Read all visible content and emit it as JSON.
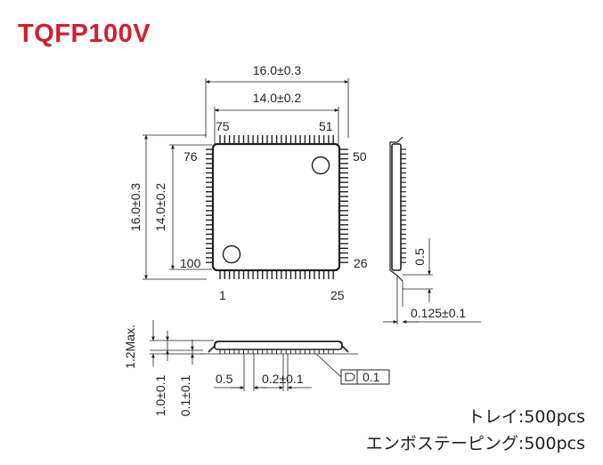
{
  "title": "TQFP100V",
  "dimensions": {
    "overall_width": "16.0±0.3",
    "body_width": "14.0±0.2",
    "overall_height": "16.0±0.3",
    "body_height": "14.0±0.2",
    "lead_length": "0.5",
    "lead_thickness": "0.125±0.1",
    "max_height": "1.2Max.",
    "body_thickness": "1.0±0.1",
    "standoff": "0.1±0.1",
    "pitch": "0.5",
    "lead_width": "0.2±0.1",
    "coplanarity": "0.1"
  },
  "pins": {
    "p1": "1",
    "p25": "25",
    "p26": "26",
    "p50": "50",
    "p51": "51",
    "p75": "75",
    "p76": "76",
    "p100": "100"
  },
  "packing": {
    "tray": "トレイ:500pcs",
    "emboss": "エンボステーピング:500pcs"
  }
}
